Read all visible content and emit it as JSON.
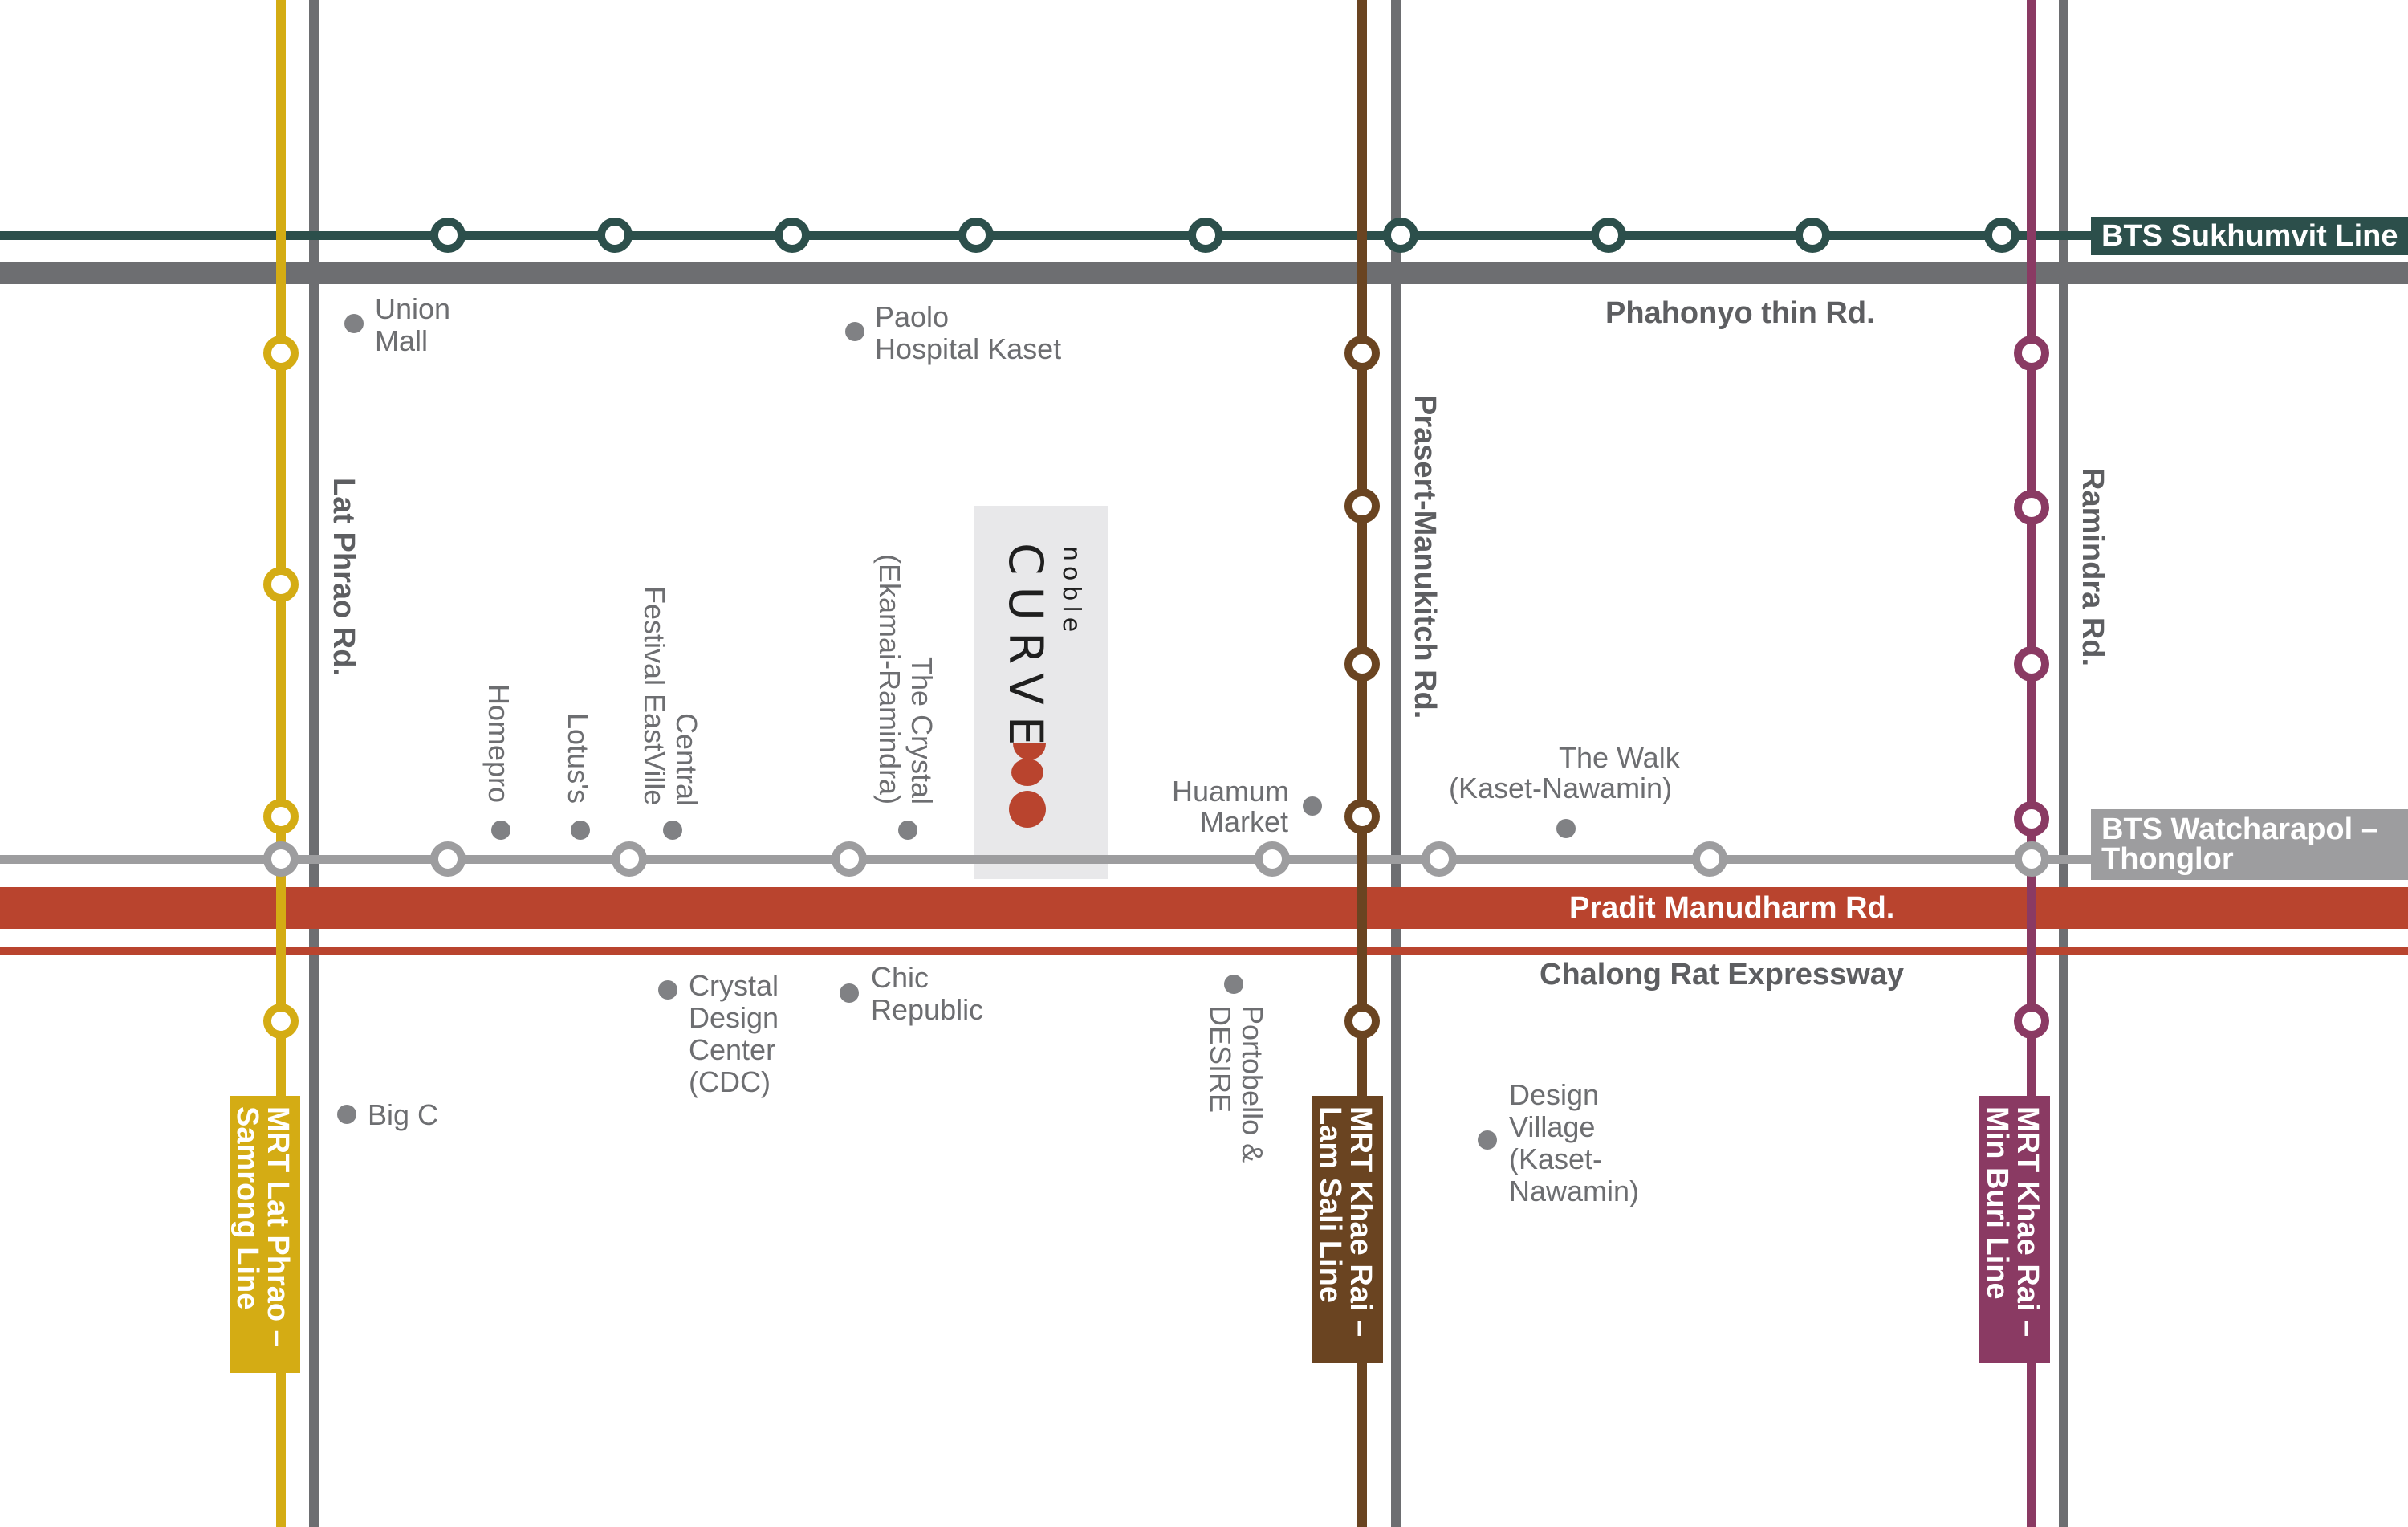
{
  "map": {
    "colors": {
      "yellow": "#d4ac14",
      "brown": "#6a4421",
      "purple": "#8a3a63",
      "green": "#2c4f4b",
      "silver": "#9d9d9f",
      "road": "#6d6e71",
      "red": "#b9442e",
      "dot": "#808184"
    },
    "lines": {
      "bts_sukhumvit": "BTS Sukhumvit Line",
      "bts_watcharapol_1": "BTS Watcharapol –",
      "bts_watcharapol_2": "Thonglor",
      "mrt_latphrao_1": "MRT Lat Phrao –",
      "mrt_latphrao_2": "Samrong Line",
      "mrt_lamsali_1": "MRT Khae Rai –",
      "mrt_lamsali_2": "Lam Sali Line",
      "mrt_minburi_1": "MRT Khae Rai –",
      "mrt_minburi_2": "Min Buri Line"
    },
    "roads": {
      "phahonyothin": "Phahonyo thin Rd.",
      "pradit": "Pradit Manudharm Rd.",
      "chalong": "Chalong Rat Expressway",
      "latphrao": "Lat Phrao Rd.",
      "prasert": "Prasert-Manukitch Rd.",
      "ramindra": "Ramindra Rd."
    },
    "pois": {
      "union_mall_1": "Union",
      "union_mall_2": "Mall",
      "paolo_1": "Paolo",
      "paolo_2": "Hospital Kaset",
      "homepro": "Homepro",
      "lotus": "Lotus's",
      "central_1": "Central",
      "central_2": "Festival EastVille",
      "crystal_1": "The Crystal",
      "crystal_2": "(Ekamai-Ramindra)",
      "huamum_1": "Huamum",
      "huamum_2": "Market",
      "thewalk_1": "The Walk",
      "thewalk_2": "(Kaset-Nawamin)",
      "cdc_1": "Crystal",
      "cdc_2": "Design",
      "cdc_3": "Center",
      "cdc_4": "(CDC)",
      "chic_1": "Chic",
      "chic_2": "Republic",
      "portobello_1": "Portobello &",
      "portobello_2": "DESIRE",
      "bigc": "Big C",
      "design_village_1": "Design",
      "design_village_2": "Village",
      "design_village_3": "(Kaset-",
      "design_village_4": "Nawamin)"
    },
    "logo": {
      "small": "noble",
      "big": "CURVE"
    }
  }
}
